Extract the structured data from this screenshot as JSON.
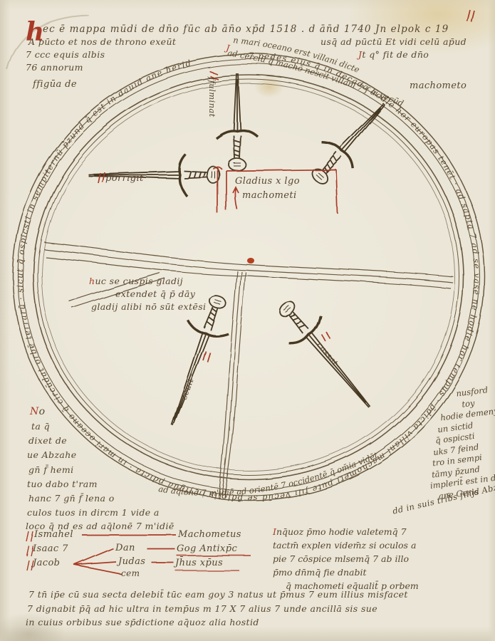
{
  "page": {
    "bg": "#eae5d6",
    "ink": "#584631",
    "red": "#a93a28"
  },
  "top": {
    "initial": "h",
    "line1": "ec ē mappa mūdi de dn̄o fūc ab ān̄o xp̄d 1518 . d ān̄d 1740 Jn elpok c 19",
    "line2a": "A pūcto et nos de throno exeūt",
    "line2b": "usq̄ ad pūctū Et vidi celū ap̄ud",
    "line3a": "7 ccc equis albis",
    "line3b": "Jt q° fit de dn̄o",
    "line4": "76 annorum",
    "figura_left": "ffigūa de",
    "figura_right": "machometo"
  },
  "arcs": {
    "top1_init": "J",
    "top1": "n mari oceano erst villani dicte",
    "top2": "ad cerciū q̄ machō nescit villani 7 f ei vecūd",
    "ring": "7 pedes eius q̄ in decada hodie hor europas tenēt · ad sapta 7 ad se vase ne hodie hor tempus · p̄dicta villani machometi pute fili vecūd se p̄dictis in figūa p̄dicta · in mari oceano q̄ circūdat orbē terrarū · sicut q̄ ospicsti in sempiternū p̄zund q̄ est in dauid ane herid",
    "bottom": "ad aq̄lonē 7 m'idiē ad orientē 7 occidentē q̄ om̄ia vidēt"
  },
  "swords": {
    "top_label": "ffulminat",
    "left_label": "porrigit",
    "lower_left_label": "seuit",
    "lower_right_label": "cassat",
    "box_line1": "Gladius x lgo",
    "box_line2": "machometi"
  },
  "mid_left": {
    "l1": "huc se cuspis gladij",
    "l2": "extendet q̄ p̄ dāy",
    "l3": "gladij alibi nō sūt extēsi"
  },
  "nota": {
    "l1": "No",
    "l2": "ta q̄",
    "l3": "dixet de",
    "l4": "ue Abzahe",
    "l5": "gn̄ f̄ hemi",
    "l6": "tuo dabo t'ram",
    "l7": "hanc 7 gn̄ f̄ lena o",
    "l8": "culos tuos in dircm 1 vide a",
    "l9": "loco q̄ nd es ad aq̄lonē 7 m'idiē"
  },
  "genealogy": {
    "ismahel": "Ismahel",
    "isaac": "Isaac 7",
    "jacob": "Jacob",
    "dan": "Dan",
    "judas": "Judas",
    "cem": "cem",
    "machometus": "Machometus",
    "gog": "Gog Antixp̄c",
    "jhesus": "Jh̄us xp̄us"
  },
  "right_col": {
    "l1": "nusford",
    "l2": "toy",
    "l3": "hodie demeny",
    "l4": "un sictid",
    "l5": "q̄ ospicsti",
    "l6": "uks 7 feind",
    "l7": "tro in sempi",
    "l8": "tāmy p̄zund",
    "l9": "implerit̄ est in da",
    "l10": "ane Gerid",
    "l11": "dd in suis trib̄s filijs Abzahe"
  },
  "bottom_right": {
    "l1": "Inq̄uoz p̄mo hodie valetemq̄ 7",
    "l2": "tactm̄ explen videm̄z si oculos a",
    "l3": "pie 7 cōspice mlsemq̄ 7 ab illo",
    "l4": "p̄mo dn̄mq̄ fie dnabit",
    "l5": "q̄ machometi eq̄ualit̄ p orbem"
  },
  "bottom": {
    "l1": "7 tn̄ ip̄e cū sua secta delebit̄ tūc eam goy 3 natus ut p̄mus 7 eum illius misfacet",
    "l2": "7 dignabit p̄q̄ ad hic ultra in temp̄us m 17 X 7 alius 7 unde ancillā sis sue",
    "l3": "in cuius orbibus sue sp̄dictione aq̄uoz alia hostid"
  }
}
